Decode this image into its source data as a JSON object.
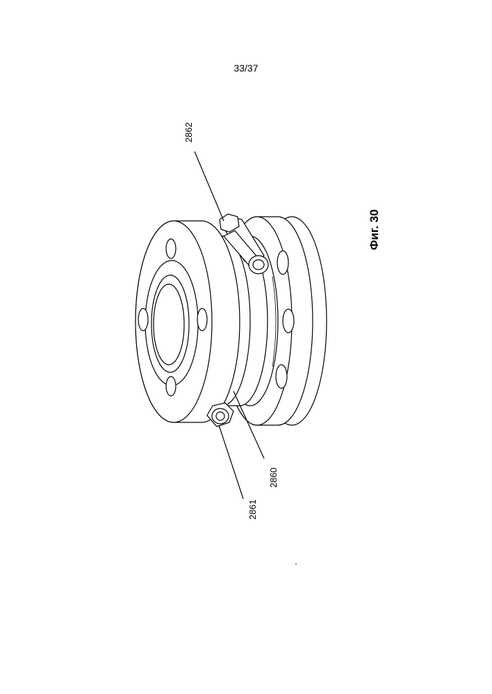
{
  "page": {
    "number": "33/37"
  },
  "figure": {
    "label": "Фиг. 30"
  },
  "references": {
    "ref_2862": "2862",
    "ref_2860": "2860",
    "ref_2861": "2861"
  }
}
